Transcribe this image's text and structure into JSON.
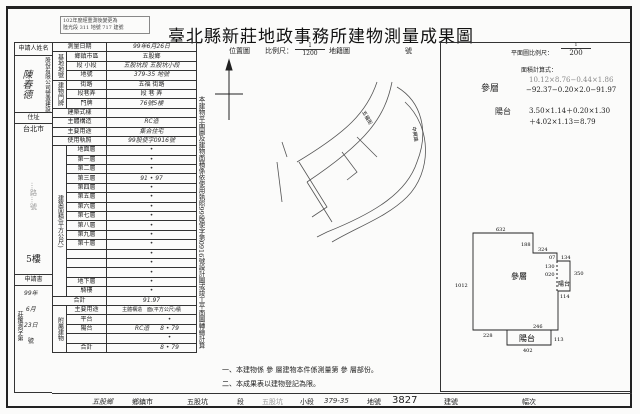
{
  "stamp": {
    "line1": "102年度經重測後變更為",
    "line2": "陸光段 311 地號 717 建號"
  },
  "title": "臺北縣新莊地政事務所建物測量成果圖",
  "applicant": {
    "header": "申請人姓名",
    "name": "陳春德",
    "company": "股份有限公司營造建設",
    "address_label": "住址",
    "address_top": "台北市",
    "address_text": "…路…號",
    "address_tail": "5樓",
    "application_label": "申請書",
    "survey_no_label": "莊鑑測字第",
    "survey_year": "99年",
    "survey_month": "6月",
    "survey_day": "23日",
    "survey_no_suffix": "號"
  },
  "form": {
    "survey_date_label": "測量日期",
    "survey_date_value": "99年6月26日",
    "land_label": "基地地號",
    "township_label": "鄉鎮市區",
    "township_value": "五股鄉",
    "section_label": "段 小段",
    "section_value": "五股坑段 五股坑小段",
    "lot_label": "地號",
    "lot_value": "379-35 地號",
    "doorplate_label": "建物門牌",
    "street_label": "街路",
    "street_value": "五福 街路",
    "lane_label": "段巷弄",
    "lane_value": "段 巷 弄",
    "number_label": "門牌",
    "number_value": "76號5樓",
    "style_label": "建築式樣",
    "structure_label": "主體構造",
    "structure_value": "RC造",
    "use_label": "主要用途",
    "use_value": "集合住宅",
    "license_label": "使用執照",
    "license_value": "99股使字0916號",
    "area_label": "建築面積(平方公尺)",
    "floors": [
      {
        "label": "地面層",
        "value": "•"
      },
      {
        "label": "第一層",
        "value": "•"
      },
      {
        "label": "第二層",
        "value": "•"
      },
      {
        "label": "第三層",
        "value": "91 • 97"
      },
      {
        "label": "第四層",
        "value": "•"
      },
      {
        "label": "第五層",
        "value": "•"
      },
      {
        "label": "第六層",
        "value": "•"
      },
      {
        "label": "第七層",
        "value": "•"
      },
      {
        "label": "第八層",
        "value": "•"
      },
      {
        "label": "第九層",
        "value": "•"
      },
      {
        "label": "第十層",
        "value": "•"
      },
      {
        "label": "",
        "value": "•"
      },
      {
        "label": "",
        "value": "•"
      },
      {
        "label": "",
        "value": "•"
      },
      {
        "label": "地下層",
        "value": "•"
      },
      {
        "label": "騎樓",
        "value": "•"
      }
    ],
    "total_label": "合計",
    "total_value": "91.97",
    "annex_label": "附屬建物",
    "annex_headers": [
      "主要用途",
      "主體構造",
      "面(平方公尺)積"
    ],
    "annex_rows": [
      {
        "use": "平台",
        "structure": "",
        "area": "•"
      },
      {
        "use": "陽台",
        "structure": "RC造",
        "area": "8 • 79"
      },
      {
        "use": "",
        "structure": "",
        "area": "•"
      },
      {
        "use": "合計",
        "structure": "",
        "area": "8 • 79"
      }
    ]
  },
  "vertical_note": "本建物平面圖及建物面積係依使用執照99股使字第0916號設計圖或竣工平面圖轉繪計算",
  "location_map": {
    "label": "位置圖",
    "scale_label": "比例尺：",
    "scale_num": "1",
    "scale_den": "1200",
    "cadastral_label": "地籍圖",
    "number_label": "號",
    "road1": "五福街",
    "road2": "中興路"
  },
  "plan": {
    "scale_label": "平面圖比例尺：",
    "scale_num": "1",
    "scale_den": "200",
    "calc_label": "面積計算式：",
    "floor_label": "參層",
    "floor_calc1": "10.12×8.76−0.44×1.86",
    "floor_calc2": "−92.37−0.20×2.0−91.97",
    "balcony_label": "陽台",
    "balcony_calc1": "3.50×1.14＋0.20×1.30",
    "balcony_calc2": "＋4.02×1.13＝8.79",
    "dims": {
      "top": "632",
      "d188": "188",
      "d324": "324",
      "d07": "07",
      "d134": "134",
      "d130": "130",
      "d020": "020",
      "d350": "350",
      "d114": "114",
      "left": "1012",
      "d228": "228",
      "d246": "246",
      "d113": "113",
      "d402": "402"
    },
    "room_label": "參層",
    "balcony_room": "陽台",
    "side_label": "陽台"
  },
  "notes": {
    "line1": "一、本建物係 參 層建物本件係測量第 參 層部份。",
    "line2": "二、本成果表以建物登記為限。"
  },
  "bottom": {
    "township": "五股鄉",
    "township_label": "鄉鎮市",
    "section": "五股坑",
    "section_label": "段",
    "subsection": "五股坑",
    "subsection_label": "小段",
    "lot": "379-35",
    "lot_label": "地號",
    "building_no": "3827",
    "building_label": "建號",
    "sheet_label": "幅次"
  }
}
